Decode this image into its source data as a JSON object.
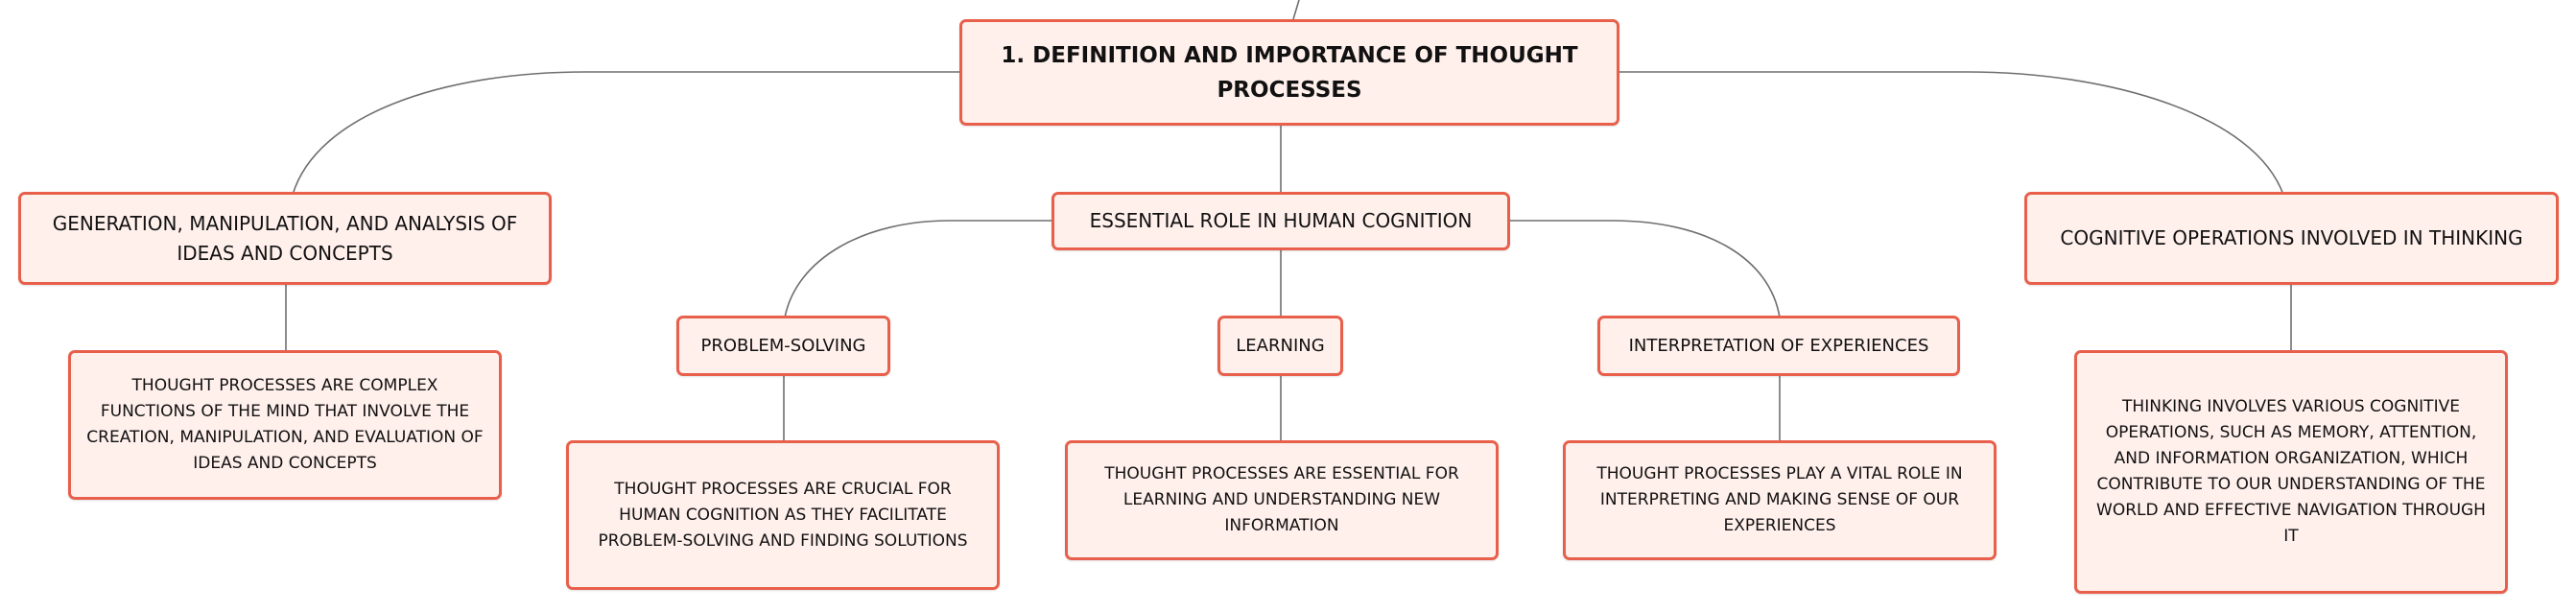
{
  "accent_color": "#e8604c",
  "node_fill": "#fff0ec",
  "line_color": "#6f6f6f",
  "central": {
    "text": "1. DEFINITION AND IMPORTANCE OF THOUGHT PROCESSES"
  },
  "branches": {
    "left": {
      "title": "GENERATION, MANIPULATION, AND ANALYSIS OF IDEAS AND CONCEPTS",
      "detail": "THOUGHT PROCESSES ARE COMPLEX FUNCTIONS OF THE MIND THAT INVOLVE THE CREATION, MANIPULATION, AND EVALUATION OF IDEAS AND CONCEPTS"
    },
    "center": {
      "title": "ESSENTIAL ROLE IN HUMAN COGNITION",
      "children": [
        {
          "title": "PROBLEM-SOLVING",
          "detail": "THOUGHT PROCESSES ARE CRUCIAL FOR HUMAN COGNITION AS THEY FACILITATE PROBLEM-SOLVING AND FINDING SOLUTIONS"
        },
        {
          "title": "LEARNING",
          "detail": "THOUGHT PROCESSES ARE ESSENTIAL FOR LEARNING AND UNDERSTANDING NEW INFORMATION"
        },
        {
          "title": "INTERPRETATION OF EXPERIENCES",
          "detail": "THOUGHT PROCESSES PLAY A VITAL ROLE IN INTERPRETING AND MAKING SENSE OF OUR EXPERIENCES"
        }
      ]
    },
    "right": {
      "title": "COGNITIVE OPERATIONS INVOLVED IN THINKING",
      "detail": "THINKING INVOLVES VARIOUS COGNITIVE OPERATIONS, SUCH AS MEMORY, ATTENTION, AND INFORMATION ORGANIZATION, WHICH CONTRIBUTE TO OUR UNDERSTANDING OF THE WORLD AND EFFECTIVE NAVIGATION THROUGH IT"
    }
  }
}
